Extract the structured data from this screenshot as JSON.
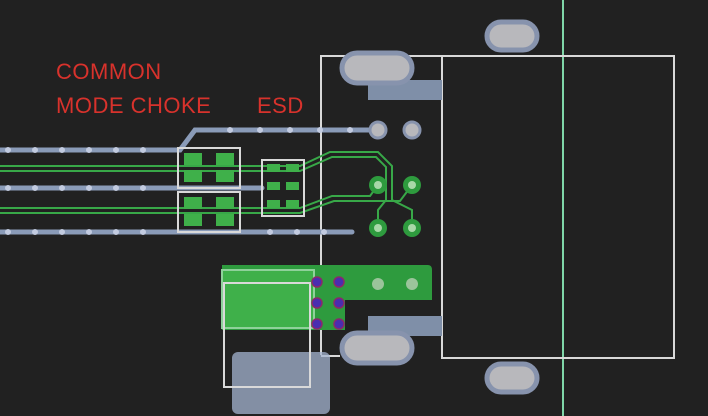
{
  "labels": {
    "common": "COMMON",
    "mode_choke": "MODE CHOKE",
    "esd": "ESD"
  },
  "colors": {
    "background": "#212121",
    "label": "#d8322c",
    "copper": "#2e9b3e",
    "trace": "#8a9bb8",
    "via": "#4a2db0",
    "outline": "#d9d9d9",
    "board_edge": "#7fd6a8"
  }
}
